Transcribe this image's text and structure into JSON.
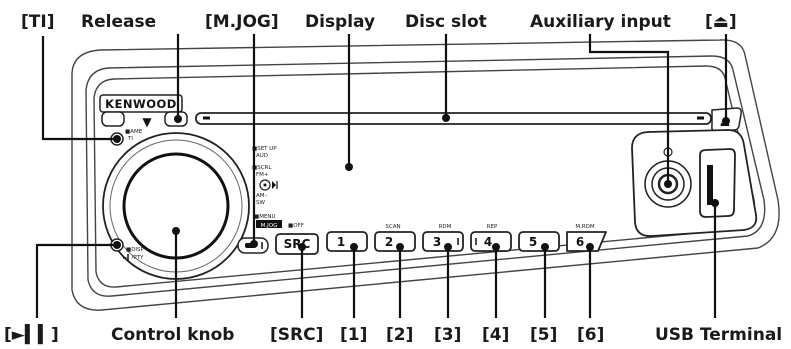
{
  "callouts_top": {
    "ti": "[TI]",
    "release": "Release",
    "mjog": "[M.JOG]",
    "display": "Display",
    "disc_slot": "Disc slot",
    "aux": "Auxiliary input",
    "eject": "[⏏]"
  },
  "callouts_bottom": {
    "play_pause": "[►▍▍]",
    "control_knob": "Control knob",
    "src": "[SRC]",
    "b1": "[1]",
    "b2": "[2]",
    "b3": "[3]",
    "b4": "[4]",
    "b5": "[5]",
    "b6": "[6]",
    "usb": "USB Terminal"
  },
  "panel": {
    "brand": "KENWOOD",
    "release_arrow": "▼",
    "ame": "■AME",
    "ti": "TI",
    "setup": "■SET UP",
    "aud": "AUD",
    "scrl": "■SCRL",
    "fmplus": "FM+",
    "ammin": "AM–",
    "sw": "SW",
    "menu": "■MENU",
    "mjog_label": "M.JOG",
    "off": "■OFF",
    "disp": "■DISP",
    "pty": "►▍/PTY",
    "scan": "SCAN",
    "rdm": "RDM",
    "rep": "REP",
    "mrdm": "M.RDM",
    "src_btn": "SRC",
    "btn1": "1",
    "btn2": "2",
    "btn3": "3",
    "btn4": "4",
    "btn5": "5",
    "btn6": "6",
    "eject_icon": "⏏"
  }
}
